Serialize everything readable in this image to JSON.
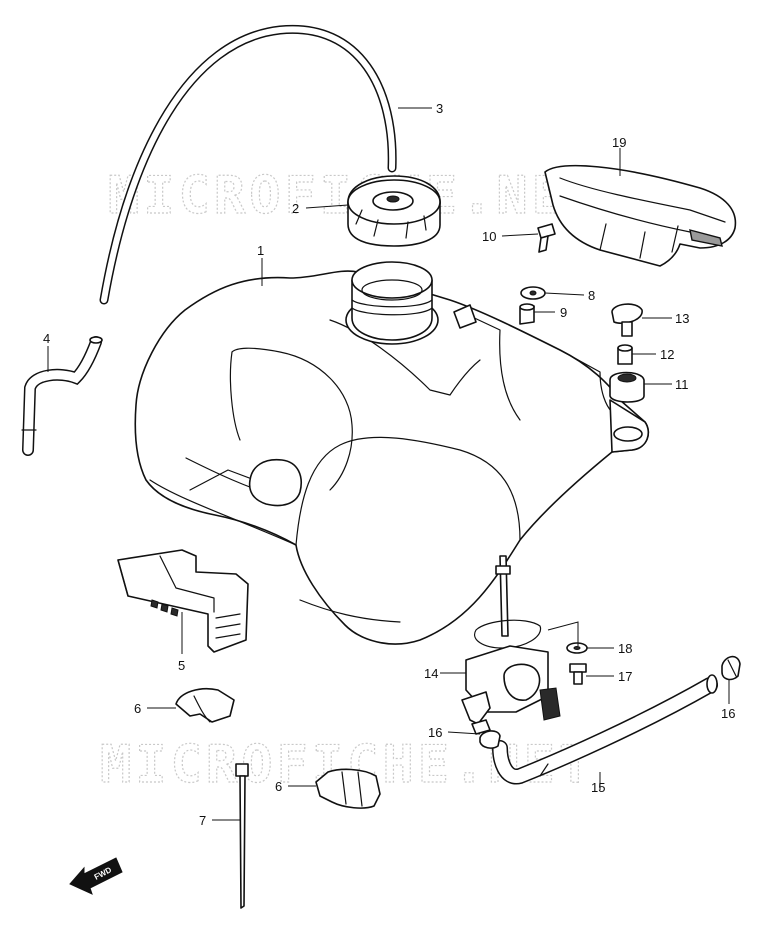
{
  "watermarks": [
    "MICROFICHE.NET",
    "MICROFICHE.NET"
  ],
  "callouts": {
    "c1": "1",
    "c2": "2",
    "c3": "3",
    "c4": "4",
    "c5": "5",
    "c6a": "6",
    "c6b": "6",
    "c7": "7",
    "c8": "8",
    "c9": "9",
    "c10": "10",
    "c11": "11",
    "c12": "12",
    "c13": "13",
    "c14": "14",
    "c15": "15",
    "c16a": "16",
    "c16b": "16",
    "c17": "17",
    "c18": "18",
    "c19": "19"
  },
  "fwd_label": "FWD"
}
